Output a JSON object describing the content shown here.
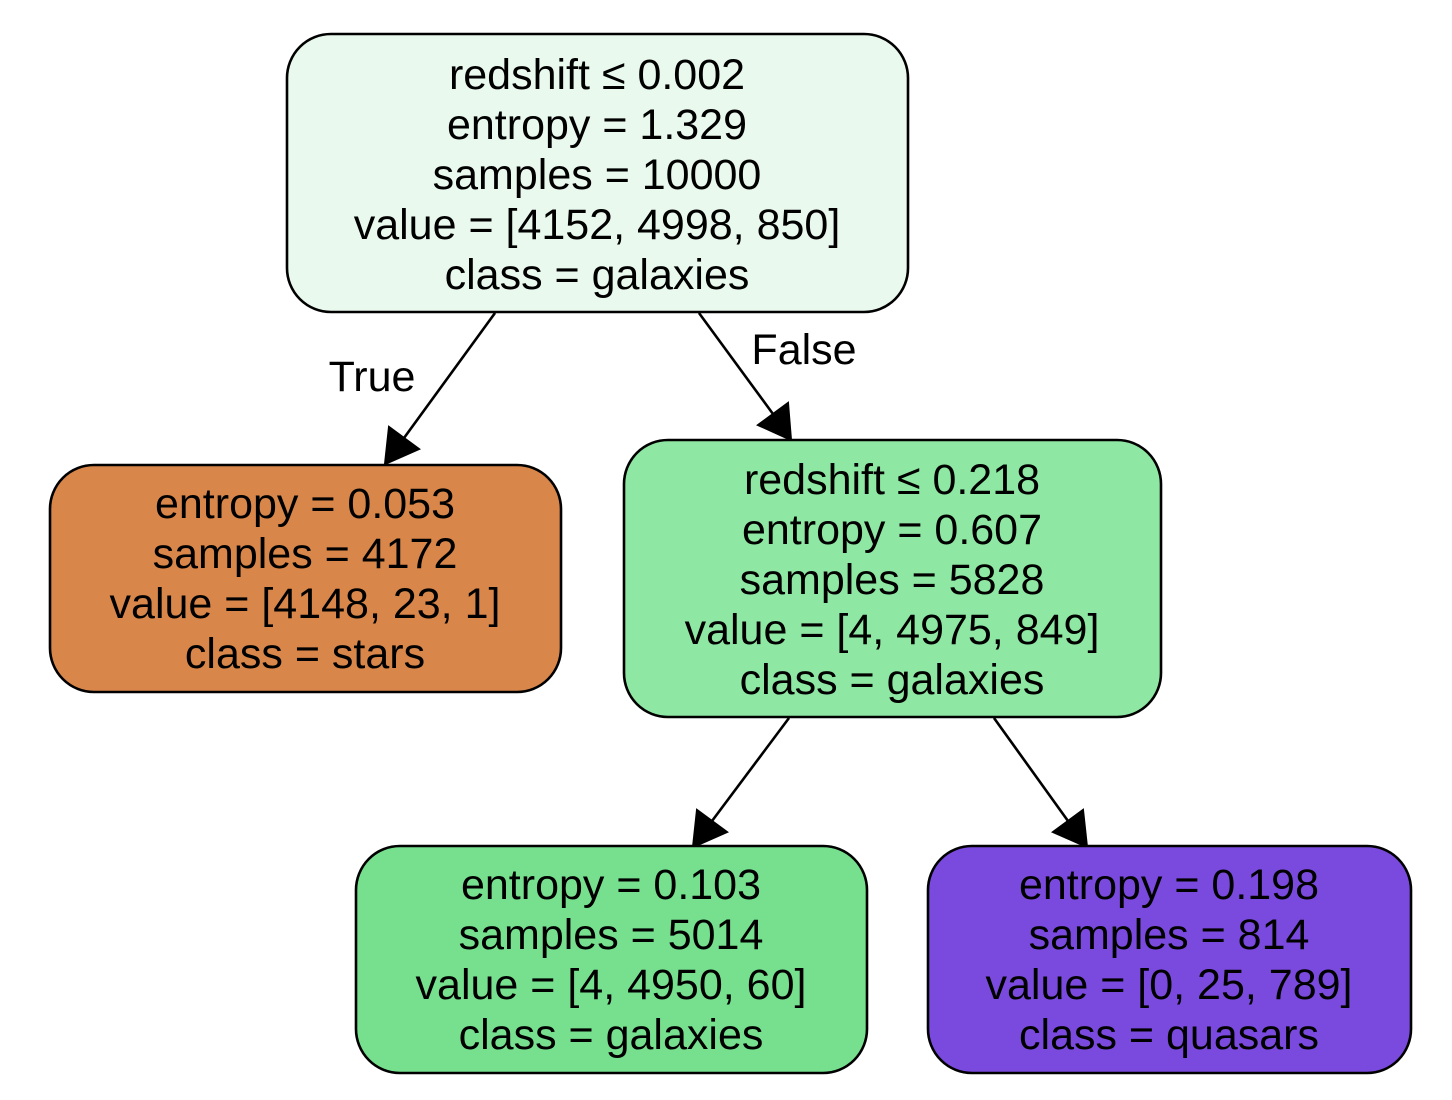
{
  "colors": {
    "root": "#e9f9ee",
    "split": "#8ee7a2",
    "stars": "#d8864a",
    "galaxies": "#76e08f",
    "quasars": "#7a4ade"
  },
  "tree": {
    "root": {
      "lines": [
        "redshift ≤ 0.002",
        "entropy = 1.329",
        "samples = 10000",
        "value = [4152, 4998, 850]",
        "class = galaxies"
      ]
    },
    "node_left": {
      "lines": [
        "entropy = 0.053",
        "samples = 4172",
        "value = [4148, 23, 1]",
        "class = stars"
      ]
    },
    "node_right": {
      "lines": [
        "redshift ≤ 0.218",
        "entropy = 0.607",
        "samples = 5828",
        "value = [4, 4975, 849]",
        "class = galaxies"
      ]
    },
    "leaf_galaxies": {
      "lines": [
        "entropy = 0.103",
        "samples = 5014",
        "value = [4, 4950, 60]",
        "class = galaxies"
      ]
    },
    "leaf_quasars": {
      "lines": [
        "entropy = 0.198",
        "samples = 814",
        "value = [0, 25, 789]",
        "class = quasars"
      ]
    }
  },
  "edges": {
    "true_label": "True",
    "false_label": "False"
  }
}
